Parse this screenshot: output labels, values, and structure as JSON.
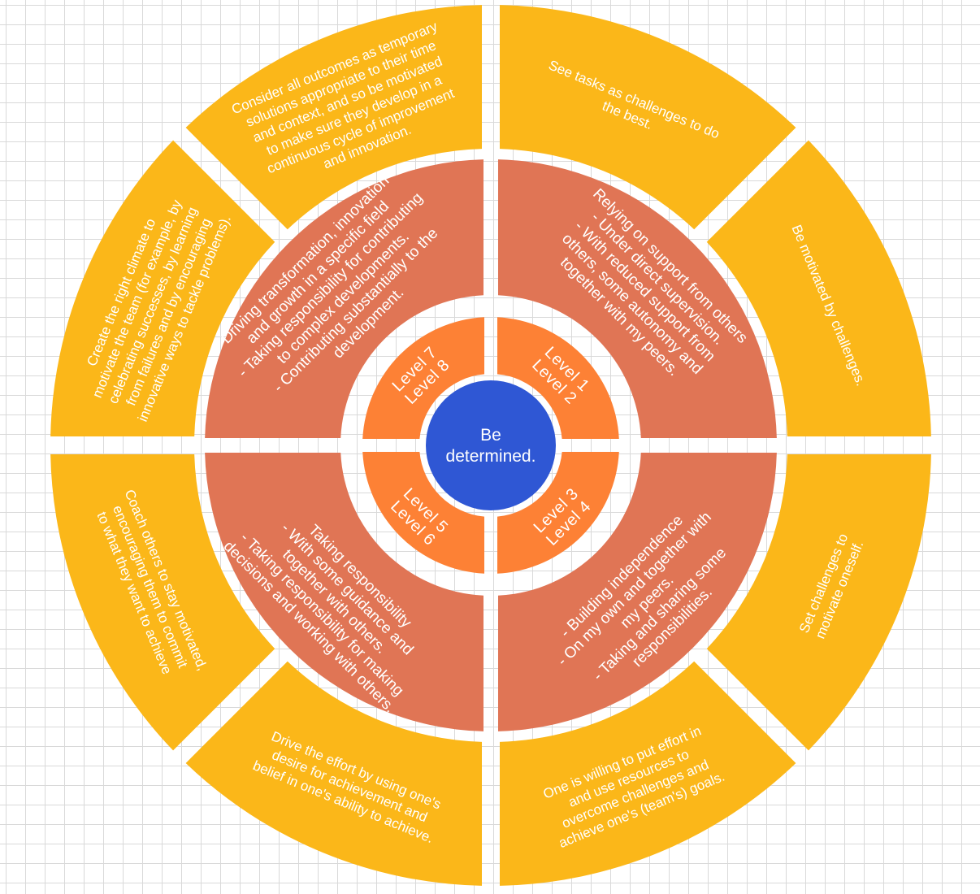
{
  "center": {
    "text": "Be\ndetermined.",
    "color": "#2f57d4"
  },
  "colors": {
    "outer": "#fbb719",
    "middle": "#e07555",
    "inner": "#fd8135",
    "text": "#ffffff"
  },
  "inner_ring": [
    {
      "lines": [
        "Level 1",
        "Level 2"
      ]
    },
    {
      "lines": [
        "Level 3",
        "Level 4"
      ]
    },
    {
      "lines": [
        "Level 5",
        "Level 6"
      ]
    },
    {
      "lines": [
        "Level 7",
        "Level 8"
      ]
    }
  ],
  "middle_ring": [
    {
      "lines": [
        "Relying on support from others",
        "- Under direct supervision.",
        "- With reduced support from",
        "others, some autonomy and",
        "together with my peers."
      ]
    },
    {
      "lines": [
        "- Building independence",
        "- On my own and together with",
        "my peers.",
        "- Taking and sharing some",
        "responsibilities."
      ]
    },
    {
      "lines": [
        "Taking responsibility",
        "- With some guidance and",
        "together with others.",
        "- Taking responsibility for making",
        "decisions and working with others."
      ]
    },
    {
      "lines": [
        "Driving transformation, innovation",
        "and growth in a specific field",
        "- Taking responsibility for contributing",
        "to complex developments.",
        "- Contributing substantially to the",
        "development."
      ]
    }
  ],
  "outer_ring": [
    {
      "lines": [
        "See tasks as challenges to do",
        "the best."
      ]
    },
    {
      "lines": [
        "Be motivated by challenges."
      ]
    },
    {
      "lines": [
        "Set challenges to",
        "motivate oneself."
      ]
    },
    {
      "lines": [
        "One is willing to put effort in",
        "and use resources to",
        "overcome challenges and",
        "achieve one's (team's) goals."
      ]
    },
    {
      "lines": [
        "Drive the effort by using one's",
        "desire for achievement and",
        "belief in one's ability to achieve."
      ]
    },
    {
      "lines": [
        "Coach others to stay motivated,",
        "encouraging them to commit",
        "to what they want to achieve"
      ]
    },
    {
      "lines": [
        "Create the right climate to",
        "motivate the team (for example, by",
        "celebrating successes, by learning",
        "from failures and by encouraging",
        "innovative ways to tackle problems)."
      ]
    },
    {
      "lines": [
        "Consider all outcomes as temporary",
        "solutions appropriate to their time",
        "and context, and so be motivated",
        "to make sure they develop in a",
        "continuous cycle of improvement",
        "and innovation."
      ]
    }
  ]
}
